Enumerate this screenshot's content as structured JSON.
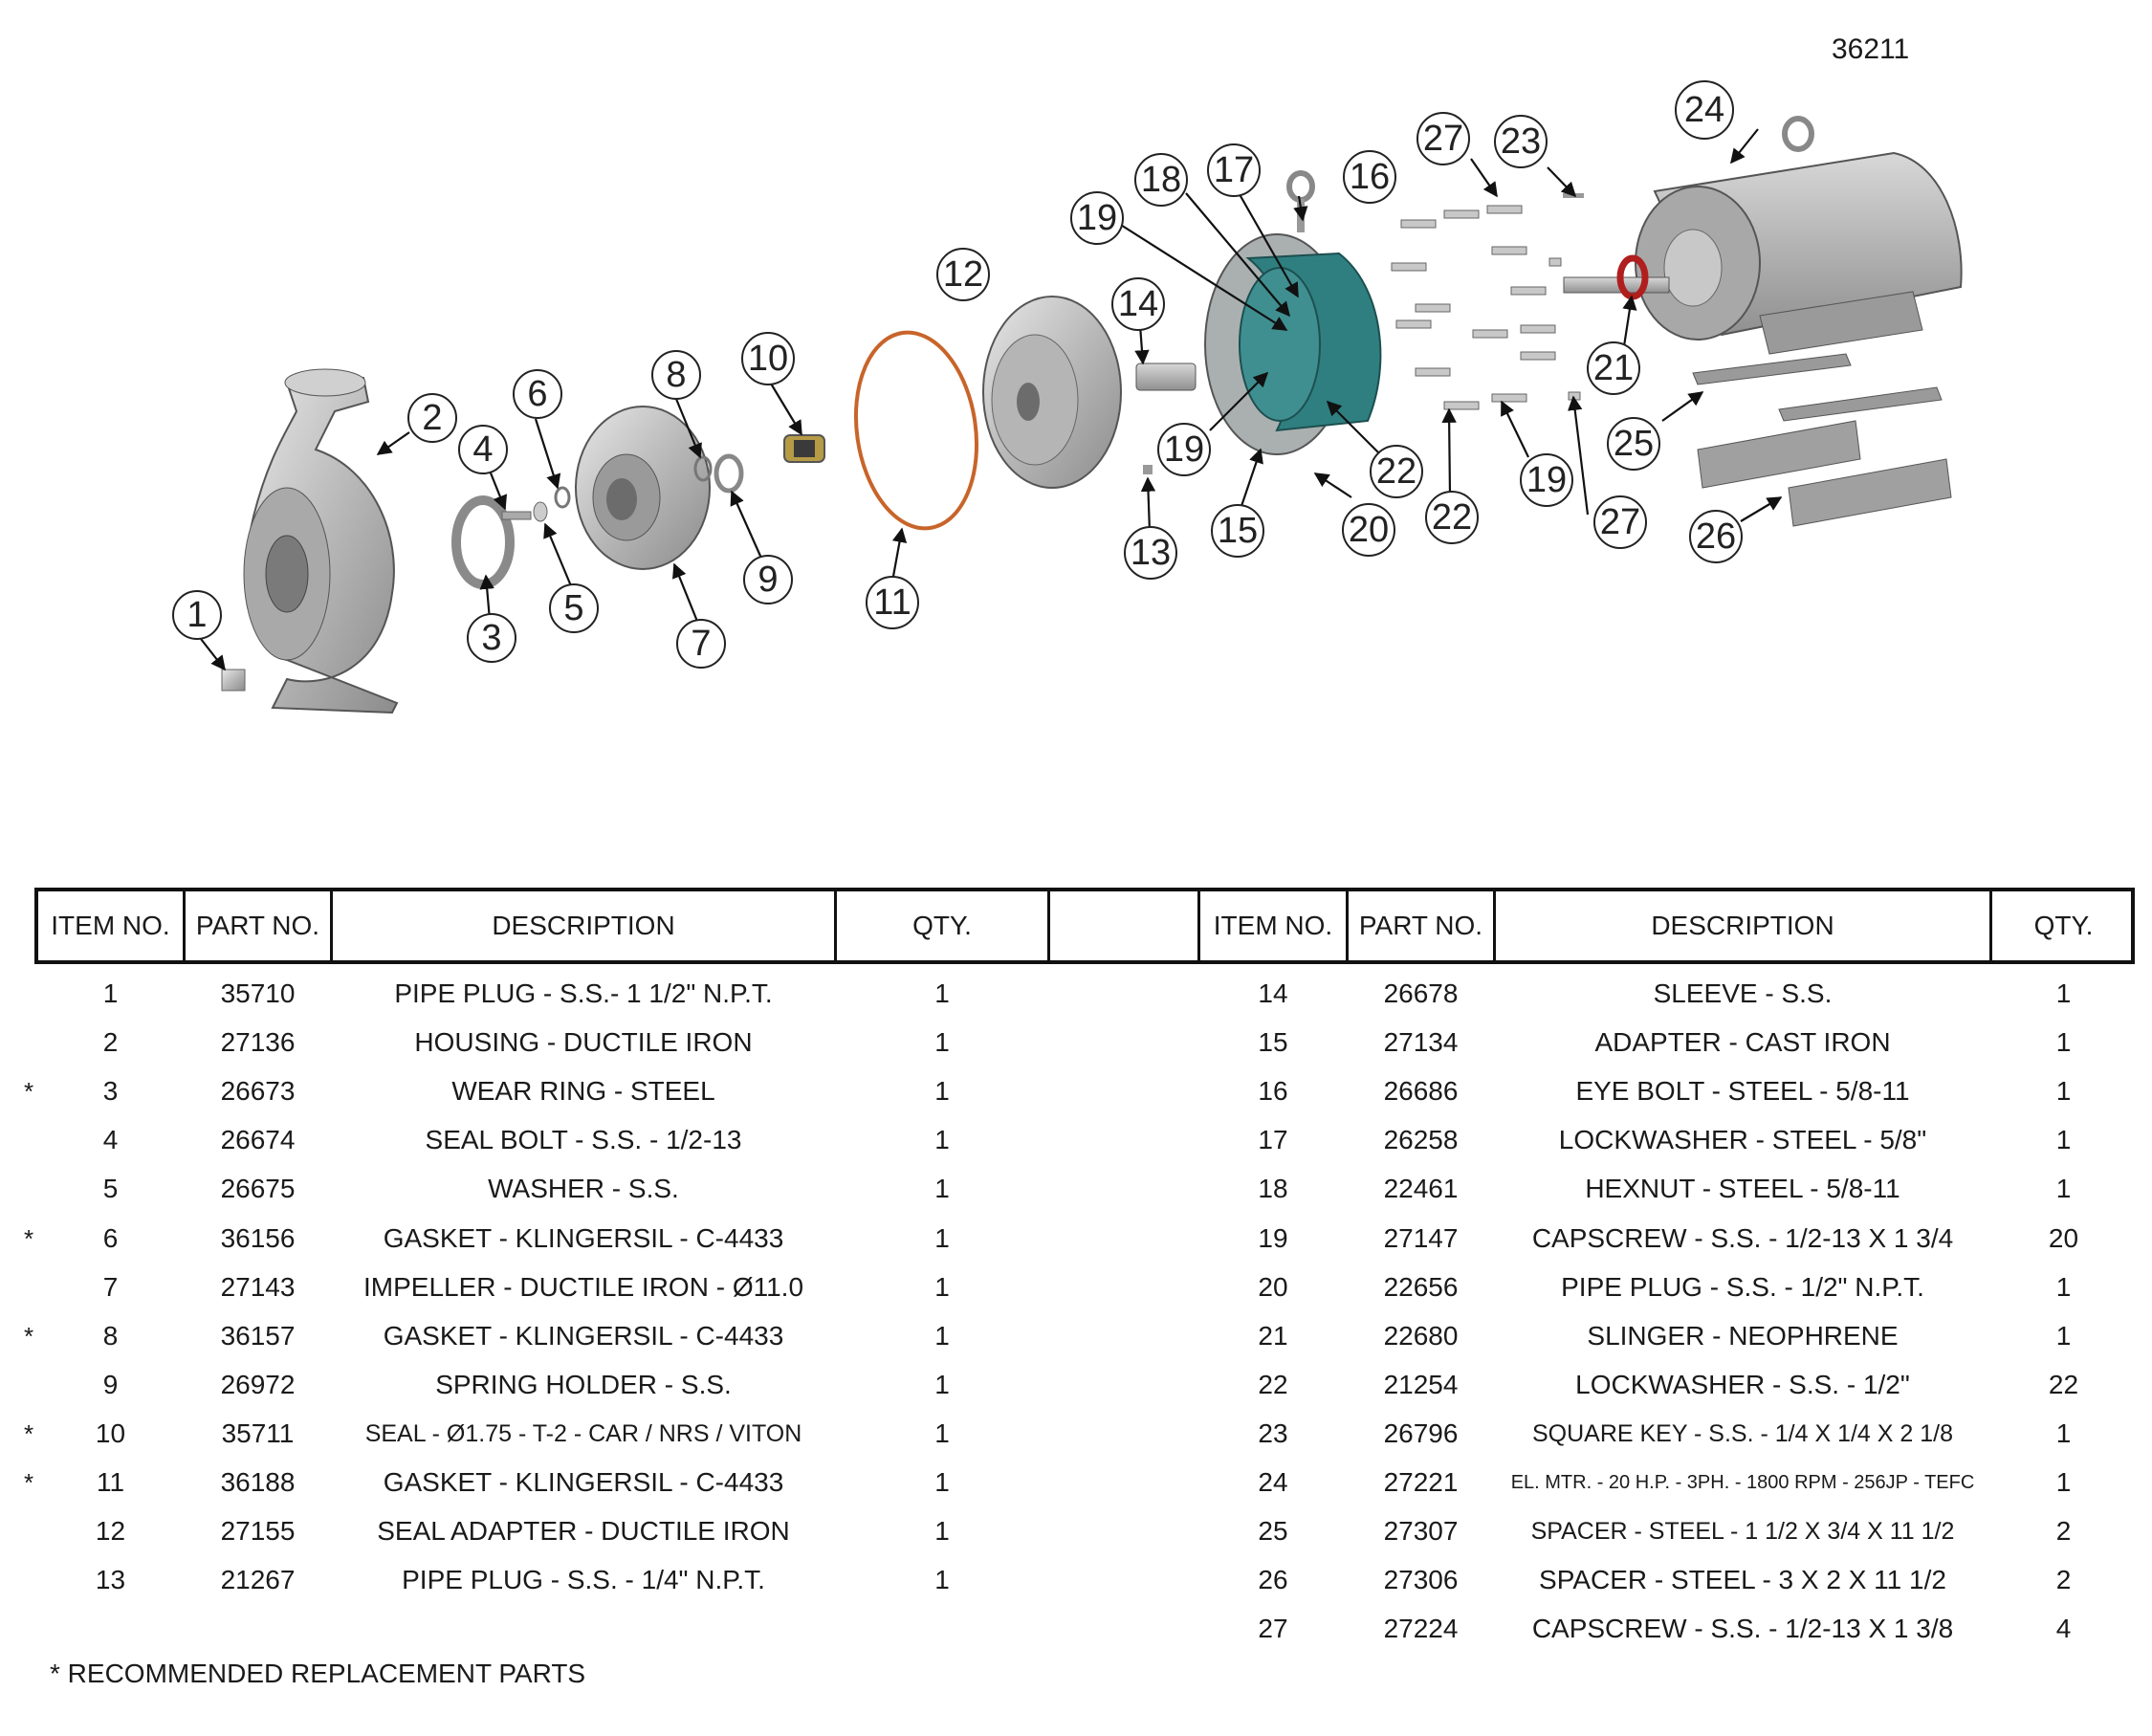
{
  "drawing_number": "36211",
  "callouts": [
    "1",
    "2",
    "3",
    "4",
    "5",
    "6",
    "7",
    "8",
    "9",
    "10",
    "11",
    "12",
    "13",
    "14",
    "15",
    "16",
    "17",
    "18",
    "19",
    "19",
    "19",
    "20",
    "21",
    "22",
    "22",
    "23",
    "24",
    "25",
    "26",
    "27",
    "27"
  ],
  "table": {
    "headers": [
      "ITEM NO.",
      "PART NO.",
      "DESCRIPTION",
      "QTY.",
      "",
      "ITEM NO.",
      "PART NO.",
      "DESCRIPTION",
      "QTY."
    ],
    "left_rows": [
      {
        "star": "",
        "item": "1",
        "part": "35710",
        "desc": "PIPE PLUG - S.S.- 1 1/2\" N.P.T.",
        "qty": "1"
      },
      {
        "star": "",
        "item": "2",
        "part": "27136",
        "desc": "HOUSING - DUCTILE IRON",
        "qty": "1"
      },
      {
        "star": "*",
        "item": "3",
        "part": "26673",
        "desc": "WEAR RING - STEEL",
        "qty": "1"
      },
      {
        "star": "",
        "item": "4",
        "part": "26674",
        "desc": "SEAL BOLT - S.S. - 1/2-13",
        "qty": "1"
      },
      {
        "star": "",
        "item": "5",
        "part": "26675",
        "desc": "WASHER - S.S.",
        "qty": "1"
      },
      {
        "star": "*",
        "item": "6",
        "part": "36156",
        "desc": "GASKET - KLINGERSIL - C-4433",
        "qty": "1"
      },
      {
        "star": "",
        "item": "7",
        "part": "27143",
        "desc": "IMPELLER - DUCTILE IRON - Ø11.0",
        "qty": "1"
      },
      {
        "star": "*",
        "item": "8",
        "part": "36157",
        "desc": "GASKET - KLINGERSIL - C-4433",
        "qty": "1"
      },
      {
        "star": "",
        "item": "9",
        "part": "26972",
        "desc": "SPRING HOLDER - S.S.",
        "qty": "1"
      },
      {
        "star": "*",
        "item": "10",
        "part": "35711",
        "desc": "SEAL - Ø1.75 - T-2 - CAR / NRS / VITON",
        "qty": "1"
      },
      {
        "star": "*",
        "item": "11",
        "part": "36188",
        "desc": "GASKET - KLINGERSIL - C-4433",
        "qty": "1"
      },
      {
        "star": "",
        "item": "12",
        "part": "27155",
        "desc": "SEAL ADAPTER - DUCTILE IRON",
        "qty": "1"
      },
      {
        "star": "",
        "item": "13",
        "part": "21267",
        "desc": "PIPE PLUG - S.S. - 1/4\" N.P.T.",
        "qty": "1"
      }
    ],
    "right_rows": [
      {
        "item": "14",
        "part": "26678",
        "desc": "SLEEVE - S.S.",
        "qty": "1"
      },
      {
        "item": "15",
        "part": "27134",
        "desc": "ADAPTER - CAST IRON",
        "qty": "1"
      },
      {
        "item": "16",
        "part": "26686",
        "desc": "EYE BOLT - STEEL - 5/8-11",
        "qty": "1"
      },
      {
        "item": "17",
        "part": "26258",
        "desc": "LOCKWASHER - STEEL - 5/8\"",
        "qty": "1"
      },
      {
        "item": "18",
        "part": "22461",
        "desc": "HEXNUT - STEEL - 5/8-11",
        "qty": "1"
      },
      {
        "item": "19",
        "part": "27147",
        "desc": "CAPSCREW - S.S. - 1/2-13 X 1 3/4",
        "qty": "20"
      },
      {
        "item": "20",
        "part": "22656",
        "desc": "PIPE PLUG - S.S. - 1/2\" N.P.T.",
        "qty": "1"
      },
      {
        "item": "21",
        "part": "22680",
        "desc": "SLINGER - NEOPHRENE",
        "qty": "1"
      },
      {
        "item": "22",
        "part": "21254",
        "desc": "LOCKWASHER - S.S. - 1/2\"",
        "qty": "22"
      },
      {
        "item": "23",
        "part": "26796",
        "desc": "SQUARE KEY - S.S. - 1/4 X 1/4 X 2 1/8",
        "qty": "1"
      },
      {
        "item": "24",
        "part": "27221",
        "desc": "EL. MTR. - 20 H.P. - 3PH. - 1800 RPM - 256JP - TEFC",
        "qty": "1"
      },
      {
        "item": "25",
        "part": "27307",
        "desc": "SPACER - STEEL - 1 1/2 X 3/4 X 11 1/2",
        "qty": "2"
      },
      {
        "item": "26",
        "part": "27306",
        "desc": "SPACER - STEEL - 3 X 2 X 11 1/2",
        "qty": "2"
      },
      {
        "item": "27",
        "part": "27224",
        "desc": "CAPSCREW - S.S. - 1/2-13 X 1 3/8",
        "qty": "4"
      }
    ]
  },
  "footnote": "*  RECOMMENDED REPLACEMENT PARTS",
  "colors": {
    "gasket": "#c8642a",
    "adapter": "#2f7f80",
    "slinger": "#b01e1e",
    "part_gray": "#bdbdbd"
  }
}
